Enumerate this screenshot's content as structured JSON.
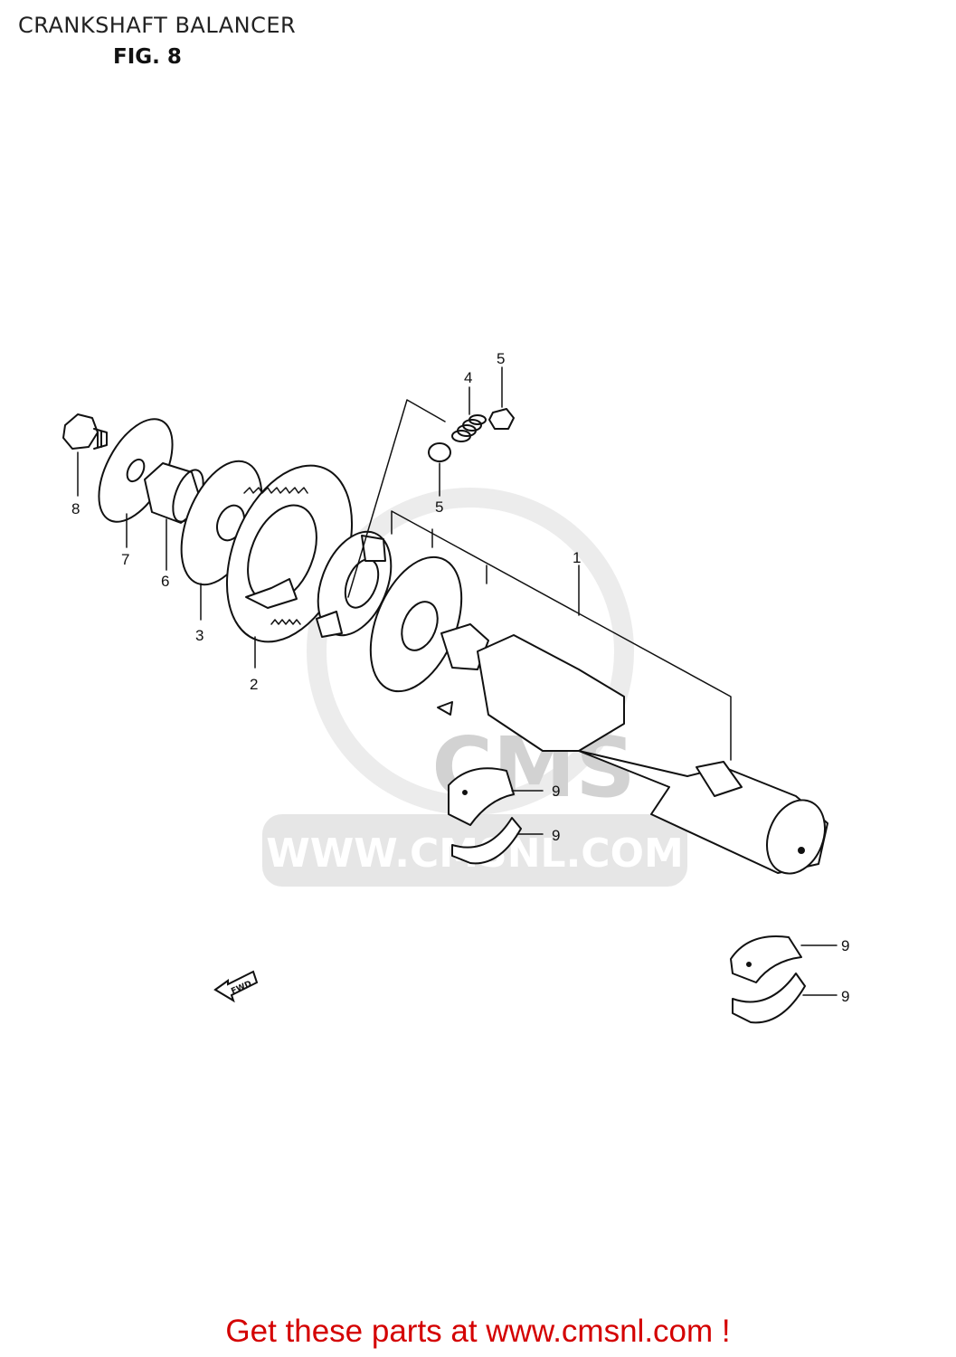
{
  "header": {
    "title": "CRANKSHAFT BALANCER",
    "figure": "FIG. 8"
  },
  "watermark": {
    "brand": "CMS",
    "url": "WWW.CMSNL.COM"
  },
  "fwd_label": "FWD",
  "callouts": {
    "balancer_shaft": "1",
    "gear": "2",
    "damper": "3",
    "spring": "4",
    "pin_top": "5",
    "pin_bottom": "5",
    "bush": "6",
    "washer": "7",
    "nut": "8",
    "bearing_a": "9",
    "bearing_b": "9",
    "bearing_c": "9",
    "bearing_d": "9"
  },
  "footer": {
    "cta": "Get these parts at www.cmsnl.com !"
  },
  "colors": {
    "cta": "#d40000",
    "line": "#111111",
    "watermark": "#d9d9d9"
  }
}
